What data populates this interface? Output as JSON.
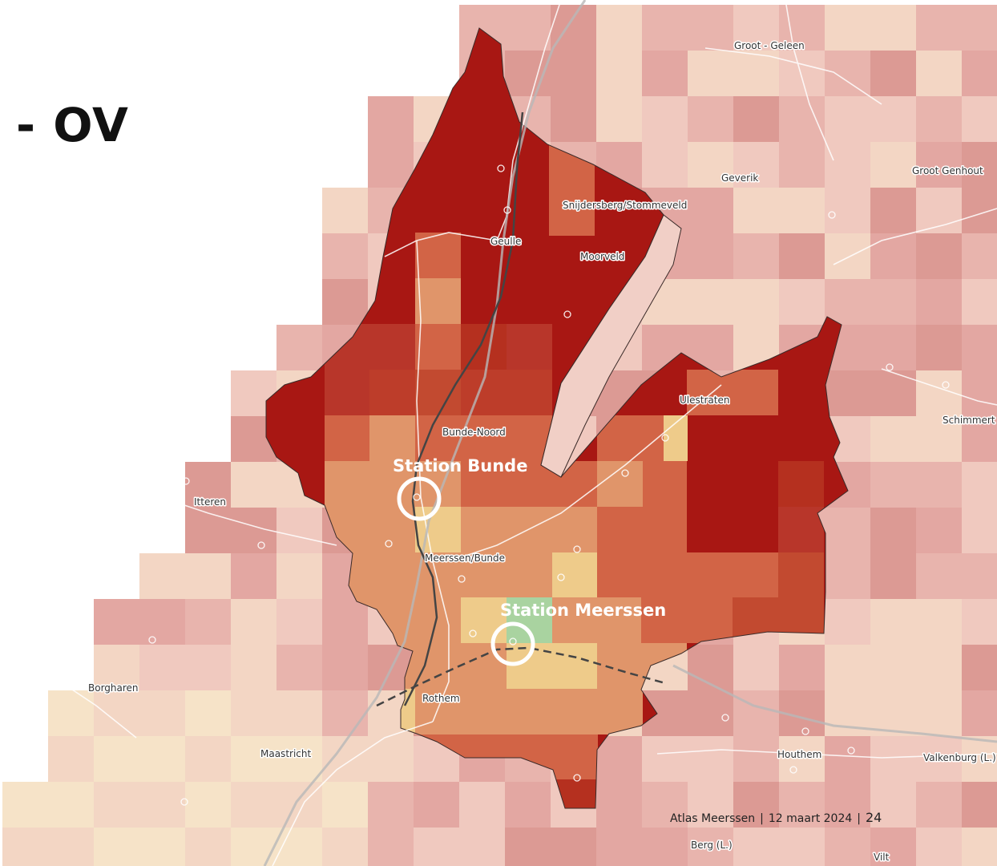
{
  "title": "- OV",
  "footer": {
    "atlas": "Atlas Meerssen",
    "date": "12 maart 2024",
    "page": "24",
    "separator": "|"
  },
  "places": {
    "groot_geleen": "Groot - Geleen",
    "geverik": "Geverik",
    "groot_genhout": "Groot Genhout",
    "snijdersberg": "Snijdersberg/Stommeveld",
    "geulle": "Geulle",
    "moorveld": "Moorveld",
    "ulestraten": "Ulestraten",
    "schimmert": "Schimmert",
    "bunde_noord": "Bunde-Noord",
    "itteren": "Itteren",
    "meerssen_bunde": "Meerssen/Bunde",
    "borgharen": "Borgharen",
    "rothem": "Rothem",
    "maastricht": "Maastricht",
    "houthem": "Houthem",
    "valkenburg": "Valkenburg (L.)",
    "berg": "Berg (L.)",
    "vilt": "Vilt"
  },
  "stations": {
    "bunde": "Station Bunde",
    "meerssen": "Station Meerssen"
  },
  "colors": {
    "municipality_dark": "#a81713",
    "outside_light": "#e8b4ad",
    "outside_mid": "#dc9a94",
    "orange": "#d26446",
    "light_orange": "#e0956a",
    "yellow": "#eecb8a",
    "green": "#a9d3a0",
    "rail": "#555555"
  }
}
